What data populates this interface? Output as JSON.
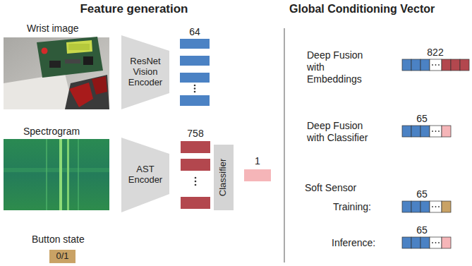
{
  "diagram": {
    "nodes": [
      {
        "text": [
          "ResNet Vision Encoder"
        ]
      },
      {
        "text": [
          "AST Encoder"
        ]
      },
      {
        "text": [
          "Classifier"
        ]
      },
      {
        "text": [
          "0/1"
        ]
      }
    ],
    "labels": [
      "Feature generation",
      "Wrist image",
      "64",
      "Spectrogram",
      "758",
      "1",
      "Button state",
      "Global Conditioning Vector",
      "Deep Fusion with Embeddings",
      "822",
      "Deep Fusion with Classifier",
      "65",
      "Soft Sensor",
      "65",
      "Training:",
      "65",
      "Inference:"
    ]
  }
}
